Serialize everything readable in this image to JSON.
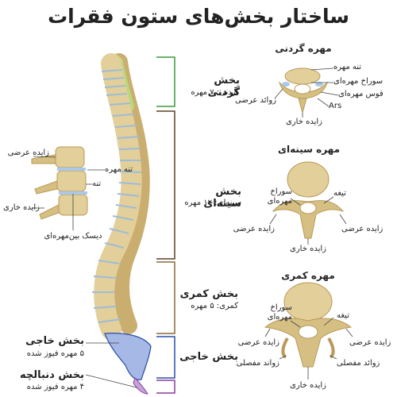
{
  "title": "ساختار بخش‌های ستون فقرات",
  "regions": {
    "cervical": {
      "name": "بخش گردنی",
      "count": "گردنی: ۷ مهره"
    },
    "thoracic": {
      "name": "بخش سینه‌ای",
      "count": "سینه‌ای: ۱۲ مهره"
    },
    "lumbar": {
      "name": "بخش کمری",
      "count": "کمری: ۵ مهره"
    },
    "sacral_right": {
      "name": "بخش خاجی"
    },
    "sacral_left": {
      "name": "بخش خاجی",
      "count": "۵ مهره فیوز شده"
    },
    "coccyx": {
      "name": "بخش دنبالچه",
      "count": "۴ مهره فیوز شده"
    }
  },
  "side_view": {
    "transverse": "زایده عرضی",
    "body": "تنه مهره",
    "body2": "تنه",
    "spinous": "زایده خاری",
    "disc": "دیسک بین‌مهره‌ای"
  },
  "cervical_vertebra": {
    "title": "مهره گردنی",
    "body": "تنه مهره",
    "foramen": "سوراخ مهره‌ای",
    "arch": "قوس مهره‌ای",
    "ars": "Ars",
    "transverse": "زوائد عرضی",
    "spinous": "زایده خاری"
  },
  "thoracic_vertebra": {
    "title": "مهره سینه‌ای",
    "foramen1": "سوراخ",
    "foramen2": "مهره‌ای",
    "lamina": "تیغه",
    "transverse_left": "زایده عرضی",
    "transverse_right": "زایده عرضی",
    "spinous": "زایده خاری"
  },
  "lumbar_vertebra": {
    "title": "مهره کمری",
    "foramen1": "سوراخ",
    "foramen2": "مهره‌ای",
    "lamina": "تیغه",
    "transverse_left": "زایده عرضی",
    "transverse_right": "زایده عرضی",
    "articular_left": "زواند مفصلی",
    "articular_right": "زوائد مفصلی",
    "spinous": "زایده خاری"
  },
  "colors": {
    "cervical": "#3a9a3a",
    "thoracic": "#5a4226",
    "lumbar": "#5a4226",
    "sacral": "#2b4ea8",
    "coccyx": "#8a3fa0",
    "bone": "#e2cf9a",
    "bone_dark": "#b99a5a",
    "disc": "#aac8e8"
  }
}
